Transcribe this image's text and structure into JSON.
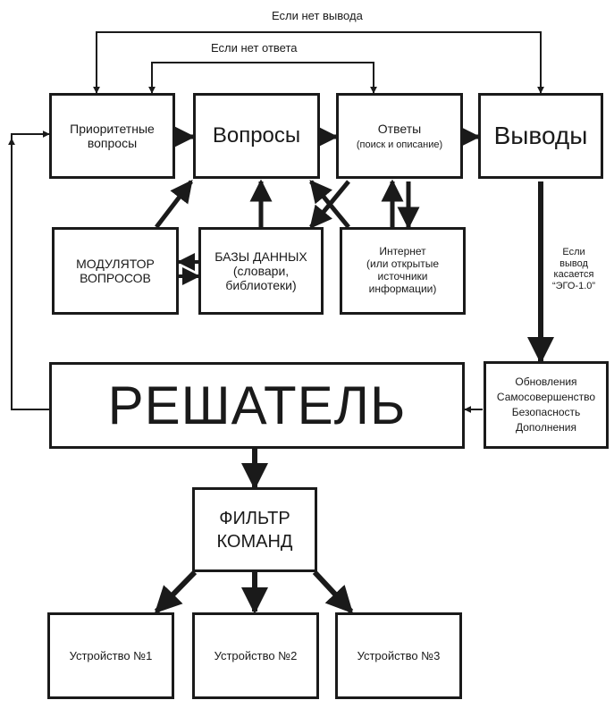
{
  "edge_labels": {
    "no_output": "Если нет вывода",
    "no_answer": "Если нет ответа",
    "ego": [
      "Если",
      "вывод",
      "касается",
      "“ЭГО-1.0”"
    ]
  },
  "nodes": {
    "priority": [
      "Приоритетные",
      "вопросы"
    ],
    "questions": "Вопросы",
    "answers_title": "Ответы",
    "answers_sub": "(поиск и описание)",
    "conclusions": "Выводы",
    "modulator": [
      "МОДУЛЯТОР",
      "ВОПРОСОВ"
    ],
    "databases": [
      "БАЗЫ ДАННЫХ",
      "(словари,",
      "библиотеки)"
    ],
    "internet": [
      "Интернет",
      "(или открытые",
      "источники",
      "информации)"
    ],
    "updates": [
      "Обновления",
      "Самосовершенство",
      "Безопасность",
      "Дополнения"
    ],
    "solver": "РЕШАТЕЛЬ",
    "filter": [
      "ФИЛЬТР",
      "КОМАНД"
    ],
    "device1": "Устройство №1",
    "device2": "Устройство №2",
    "device3": "Устройство №3"
  }
}
